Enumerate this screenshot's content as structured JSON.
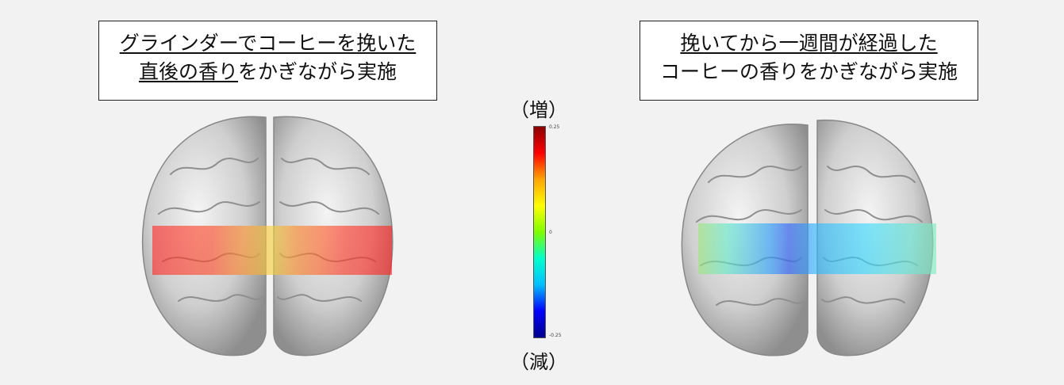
{
  "left_caption": {
    "line1": "グラインダーでコーヒーを挽いた",
    "line2_underlined": "直後の香り",
    "line2_rest": "をかぎながら実施"
  },
  "right_caption": {
    "line1": "挽いてから一週間が経過した",
    "line2": "コーヒーの香りをかぎながら実施"
  },
  "scale": {
    "top_label": "（増）",
    "bottom_label": "（減）",
    "max_tick": "0.25",
    "mid_tick": "0",
    "min_tick": "-0.25",
    "colormap": [
      "#00008b",
      "#0000ff",
      "#00bfff",
      "#00ffcc",
      "#7fff00",
      "#ffff00",
      "#ffa500",
      "#ff0000",
      "#8b0000"
    ]
  },
  "overlays": {
    "left_dominant_color": "red",
    "right_dominant_color": "blue"
  }
}
